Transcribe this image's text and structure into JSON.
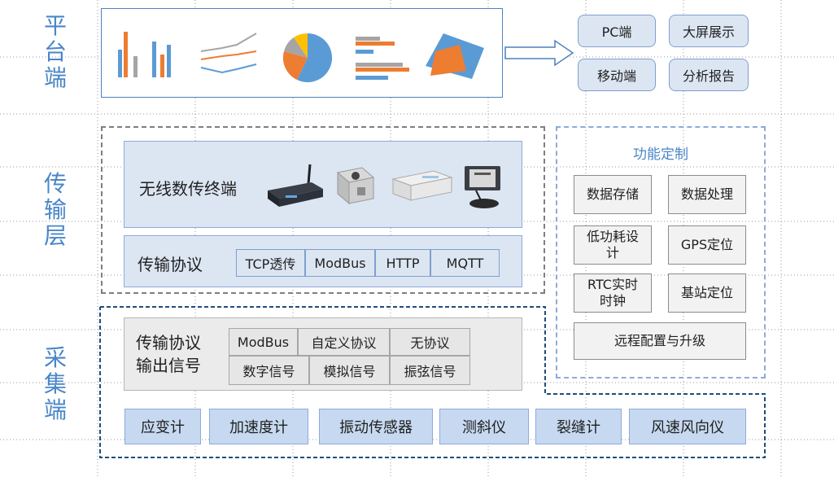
{
  "layers": {
    "platform": [
      "平",
      "台",
      "端"
    ],
    "transport": [
      "传",
      "输",
      "层"
    ],
    "acquisition": [
      "采",
      "集",
      "端"
    ]
  },
  "platform": {
    "outputs": [
      "PC端",
      "大屏展示",
      "移动端",
      "分析报告"
    ]
  },
  "transport": {
    "dtu_label": "无线数传终端",
    "protocol_label": "传输协议",
    "protocols": [
      "TCP透传",
      "ModBus",
      "HTTP",
      "MQTT"
    ]
  },
  "functions": {
    "title": "功能定制",
    "items": [
      "数据存储",
      "数据处理",
      "低功耗设计",
      "GPS定位",
      "RTC实时时钟",
      "基站定位",
      "远程配置与升级"
    ]
  },
  "acquisition": {
    "signal_label_1": "传输协议",
    "signal_label_2": "输出信号",
    "signals_row1": [
      "ModBus",
      "自定义协议",
      "无协议"
    ],
    "signals_row2": [
      "数字信号",
      "模拟信号",
      "振弦信号"
    ],
    "sensors": [
      "应变计",
      "加速度计",
      "振动传感器",
      "测斜仪",
      "裂缝计",
      "风速风向仪"
    ]
  },
  "colors": {
    "accent_blue": "#4a86c8",
    "chart_blue": "#5b9bd5",
    "chart_orange": "#ed7d31",
    "chart_gray": "#a5a5a5",
    "chart_yellow": "#ffc000"
  }
}
